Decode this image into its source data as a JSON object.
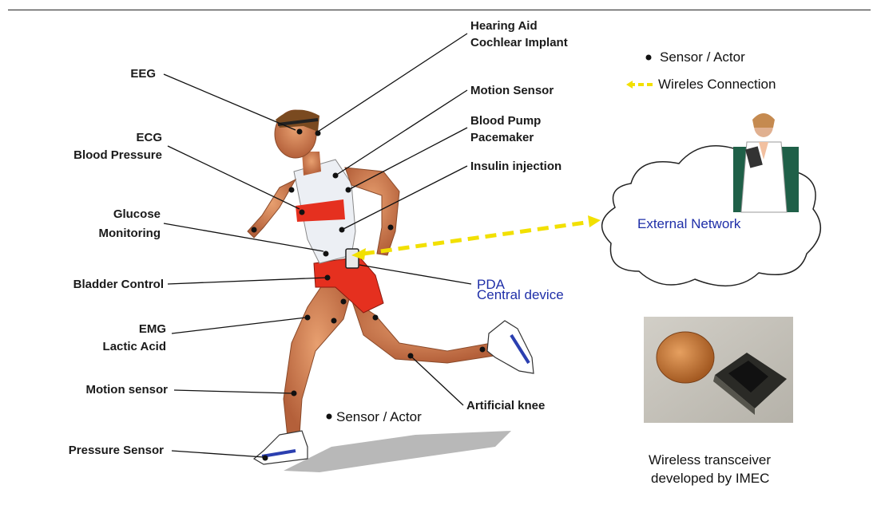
{
  "labels_left": {
    "eeg": "EEG",
    "ecg": "ECG",
    "blood_pressure": "Blood Pressure",
    "glucose": "Glucose",
    "monitoring": "Monitoring",
    "bladder": "Bladder Control",
    "emg": "EMG",
    "lactic": "Lactic Acid",
    "motion_lower": "Motion sensor",
    "pressure": "Pressure Sensor"
  },
  "labels_right": {
    "hearing_aid": "Hearing Aid",
    "cochlear": "Cochlear Implant",
    "motion_upper": "Motion Sensor",
    "blood_pump": "Blood Pump",
    "pacemaker": "Pacemaker",
    "insulin": "Insulin injection",
    "artificial_knee": "Artificial knee"
  },
  "legend": {
    "sensor_actor": "Sensor / Actor",
    "wireless": "Wireles Connection"
  },
  "pda_line1": "PDA",
  "pda_line2": "Central device",
  "external_network": "External Network",
  "bottom_sensor": "Sensor / Actor",
  "caption_line1": "Wireless transceiver",
  "caption_line2": "developed by IMEC",
  "colors": {
    "accent_blue": "#1f2fa8",
    "wireless": "#f2e000",
    "shorts": "#e5301f"
  }
}
